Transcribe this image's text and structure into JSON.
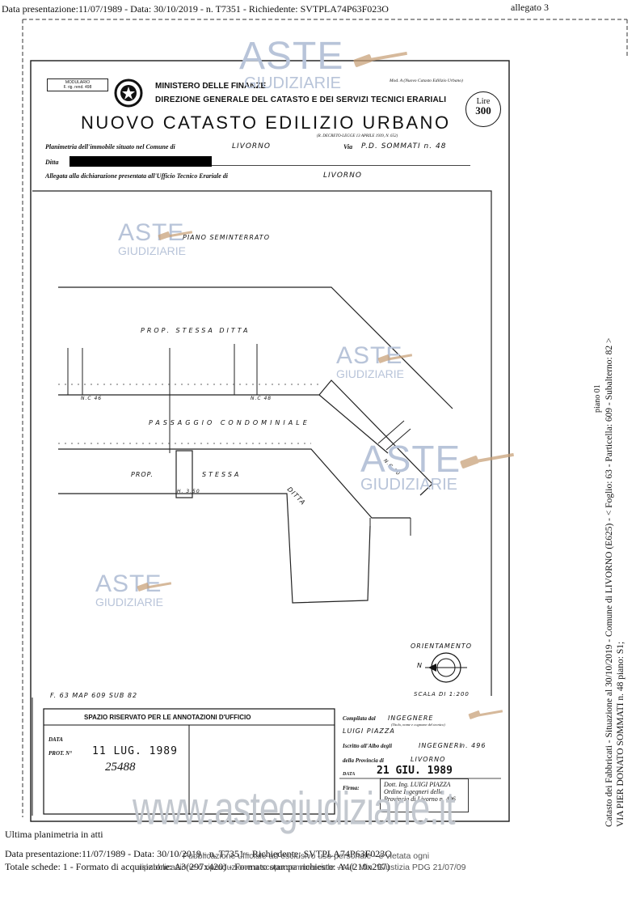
{
  "header": {
    "top_line": "Data presentazione:11/07/1989 - Data: 30/10/2019 - n. T7351 - Richiedente: SVTPLA74P63F023O",
    "allegato": "allegato 3"
  },
  "form": {
    "modulario": "MODULARIO",
    "modulario_num": "F. rig. rend. 498",
    "ministry": "MINISTERO DELLE FINANZE",
    "direzione": "DIREZIONE GENERALE DEL CATASTO E DEI SERVIZI TECNICI ERARIALI",
    "model_ref": "Mod. A (Nuovo Catasto Edilizio Urbano)",
    "title": "NUOVO CATASTO EDILIZIO URBANO",
    "decree": "(R. DECRETO-LEGGE 13 APRILE 1939, N. 652)",
    "lire": "Lire",
    "lire_value": "300",
    "planimetria_label": "Planimetria dell'immobile situato nel Comune di",
    "comune": "LIVORNO",
    "via_label": "Via",
    "via": "P.D. SOMMATI n. 48",
    "ditta_label": "Ditta",
    "allegata_label": "Allegata alla dichiarazione presentata all'Ufficio Tecnico Erariale di",
    "ufficio": "LIVORNO"
  },
  "plan": {
    "floor": "PIANO SEMINTERRATO",
    "prop_top": "PROP.   STESSA   DITTA",
    "passaggio": "PASSAGGIO   CONDOMINIALE",
    "prop_bottom_1": "PROP.",
    "prop_bottom_2": "STESSA",
    "prop_bottom_3": "DITTA",
    "nc46": "N.C 46",
    "nc48": "N.C 48",
    "nc50": "N.C 50",
    "h": "H. 3.50",
    "orientamento": "ORIENTAMENTO",
    "north": "N",
    "scala": "SCALA DI 1:200",
    "ref": "F. 63   MAP 609   SUB 82"
  },
  "annotations": {
    "box_title": "SPAZIO RISERVATO PER LE ANNOTAZIONI D'UFFICIO",
    "data_label": "DATA",
    "prot_label": "PROT. N°",
    "stamp_date": "11 LUG. 1989",
    "prot_num": "25488",
    "compilata": "Compilata dal",
    "compilata_sub": "(Titolo, nome e cognome del tecnico)",
    "engineer_title": "INGEGNERE",
    "engineer_name": "LUIGI PIAZZA",
    "iscritto": "Iscritto all'Albo degli",
    "albo": "INGEGNERI",
    "albo_num": "n. 496",
    "provincia_label": "della Provincia di",
    "provincia": "LIVORNO",
    "data_label2": "DATA",
    "sign_date": "21 GIU. 1989",
    "firma": "Firma:",
    "stamp_line1": "Dott. Ing. LUIGI PIAZZA",
    "stamp_line2": "Ordine Ingegneri della",
    "stamp_line3": "Provincia di Livorno n. 496"
  },
  "side_text": {
    "line1": "Catasto dei Fabbricati - Situazione al 30/10/2019 - Comune di LIVORNO (E625) - < Foglio: 63 - Particella: 609 - Subalterno: 82 >",
    "line2": "VIA PIER DONATO SOMMATI n. 48 piano: S1;",
    "piano_code": "piano 01"
  },
  "watermark": {
    "aste": "ASTE",
    "giudiziarie": "GIUDIZIARIE",
    "site": "www.astegiudiziarie.it",
    "notice_1": "Pubblicazione ufficiale ad esclusivo uso personale - è vietata ogni",
    "notice_2": "ripubblicazione o riproduzione a scopo commerciale - Aut. Min. Giustizia PDG 21/07/09"
  },
  "footer": {
    "ultima": "Ultima planimetria in atti",
    "line1": "Data presentazione:11/07/1989 - Data: 30/10/2019 - n. T7351 - Richiedente: SVTPLA74P63F023O",
    "line2": "Totale schede: 1 - Formato di acquisizione: A3(297x420) - Formato stampa richiesto: A4(210x297)"
  },
  "colors": {
    "watermark_blue": "#b8c4d9",
    "gavel_brown": "#c9a27a",
    "line": "#1a1a1a"
  }
}
